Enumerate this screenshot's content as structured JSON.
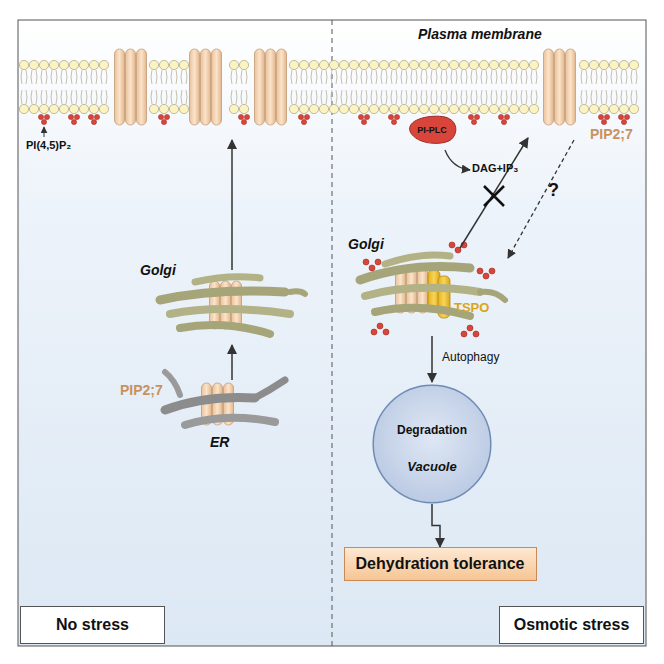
{
  "diagram": {
    "nodes": [
      {
        "text": [
          "PI-PLC"
        ]
      },
      {
        "text": [
          "Degradation",
          "Vacuole"
        ]
      },
      {
        "text": [
          "Dehydration tolerance"
        ]
      },
      {
        "text": [
          "No stress"
        ]
      },
      {
        "text": [
          "Osmotic stress"
        ]
      }
    ],
    "edges": [
      {
        "from": 1,
        "to": 2,
        "arrow": "to"
      }
    ],
    "labels": [
      "Plasma membrane",
      "PI(4,5)P₂",
      "Golgi",
      "PIP2;7",
      "ER",
      "DAG+IP₃",
      "PIP2;7",
      "?",
      "Golgi",
      "TSPO",
      "Autophagy"
    ]
  }
}
